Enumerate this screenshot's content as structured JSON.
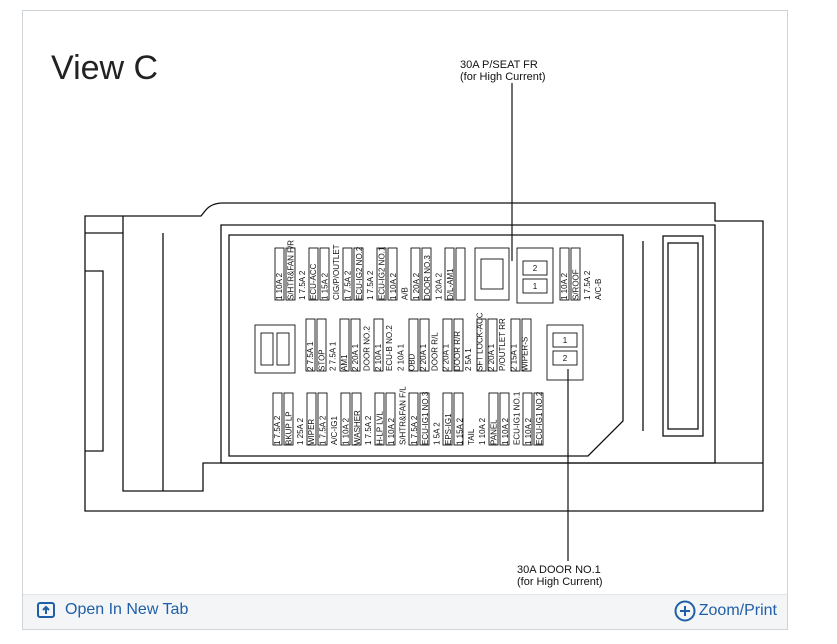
{
  "title": "View C",
  "callout_top": {
    "line1": "30A P/SEAT FR",
    "line2": "(for High Current)"
  },
  "callout_bottom": {
    "line1": "30A DOOR NO.1",
    "line2": "(for High Current)"
  },
  "relay_numbers": {
    "top_relay_upper": "2",
    "top_relay_lower": "1",
    "right_relay_upper": "1",
    "right_relay_lower": "2"
  },
  "fuses": {
    "row1": [
      "1 10A 2",
      "S/HTR&FAN F/R",
      "1 7.5A 2",
      "ECU-ACC",
      "1 15A 2",
      "CIG/P/OUTLET",
      "1 7.5A 2",
      "ECU-IG2 NO.2",
      "1 7.5A 2",
      "ECU-IG2 NO.1",
      "1 10A 2",
      "A/B",
      "1 20A 2",
      "DOOR NO.3",
      "1 20A 2",
      "D/L-AM1"
    ],
    "row1_right": [
      "1 10A 2",
      "S/ROOF",
      "1 7.5A 2",
      "A/C-B"
    ],
    "row2": [
      "2 7.5A 1",
      "STOP",
      "2 7.5A 1",
      "AM1",
      "2 20A 1",
      "DOOR NO.2",
      "2 10A 1",
      "ECU-B NO.2",
      "2 10A 1",
      "OBD",
      "2 20A 1",
      "DOOR R/L",
      "2 20A 1",
      "DOOR R/R",
      "2 5A 1",
      "SFT LOCK-ACC",
      "2 20A 1",
      "P/OUTLET RR",
      "2 15A 1",
      "WIPER-S"
    ],
    "row3": [
      "1 7.5A 2",
      "BKUP LP",
      "1 25A 2",
      "WIPER",
      "1 7.5A 2",
      "A/C-IG1",
      "1 10A 2",
      "WASHER",
      "1 7.5A 2",
      "H-LP LVL",
      "1 10A 2",
      "S/HTR&FAN F/L",
      "1 7.5A 2",
      "ECU-IG1 NO.3",
      "1 5A 2",
      "EPS-IG1",
      "1 15A 2",
      "TAIL",
      "1 10A 2",
      "PANEL",
      "1 10A 2",
      "ECU-IG1 NO.1",
      "1 10A 2",
      "ECU-IG1 NO.2"
    ]
  },
  "bottom_bar": {
    "open_new_tab": "Open In New Tab",
    "zoom_print": "Zoom/Print",
    "open_icon": "open-in-new-tab-icon",
    "zoom_icon": "zoom-plus-icon"
  },
  "colors": {
    "link": "#1f5fa8",
    "line": "#111111"
  }
}
